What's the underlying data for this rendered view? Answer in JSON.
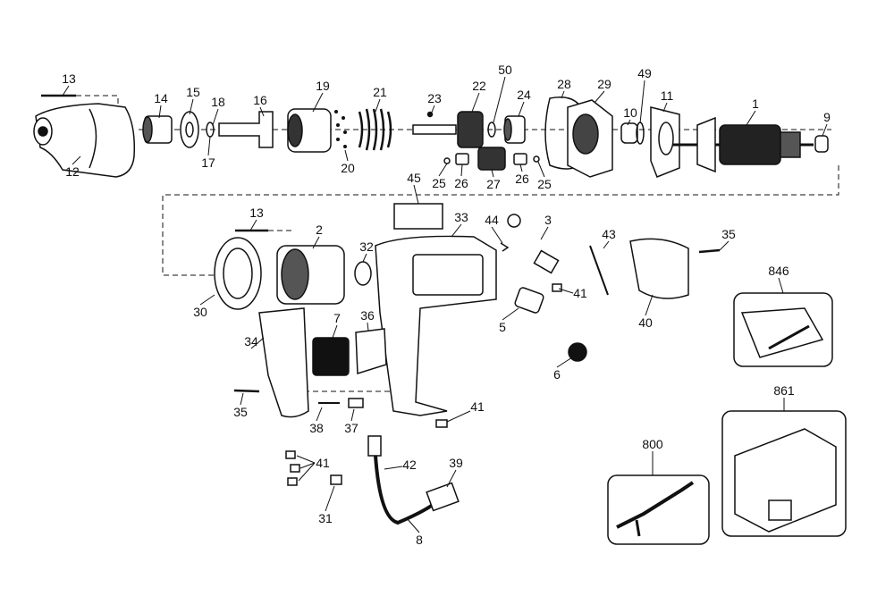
{
  "diagram": {
    "type": "exploded parts diagram",
    "line_color": "#111111",
    "background": "#ffffff",
    "parts": [
      "13",
      "14",
      "15",
      "18",
      "16",
      "19",
      "21",
      "23",
      "22",
      "50",
      "24",
      "28",
      "29",
      "49",
      "10",
      "11",
      "1",
      "9",
      "12",
      "17",
      "20",
      "25",
      "26",
      "27",
      "26",
      "25",
      "45",
      "33",
      "44",
      "3",
      "43",
      "35",
      "13",
      "2",
      "32",
      "30",
      "41",
      "40",
      "846",
      "34",
      "7",
      "36",
      "5",
      "6",
      "35",
      "38",
      "37",
      "41",
      "39",
      "42",
      "41",
      "31",
      "8",
      "800",
      "861"
    ]
  }
}
